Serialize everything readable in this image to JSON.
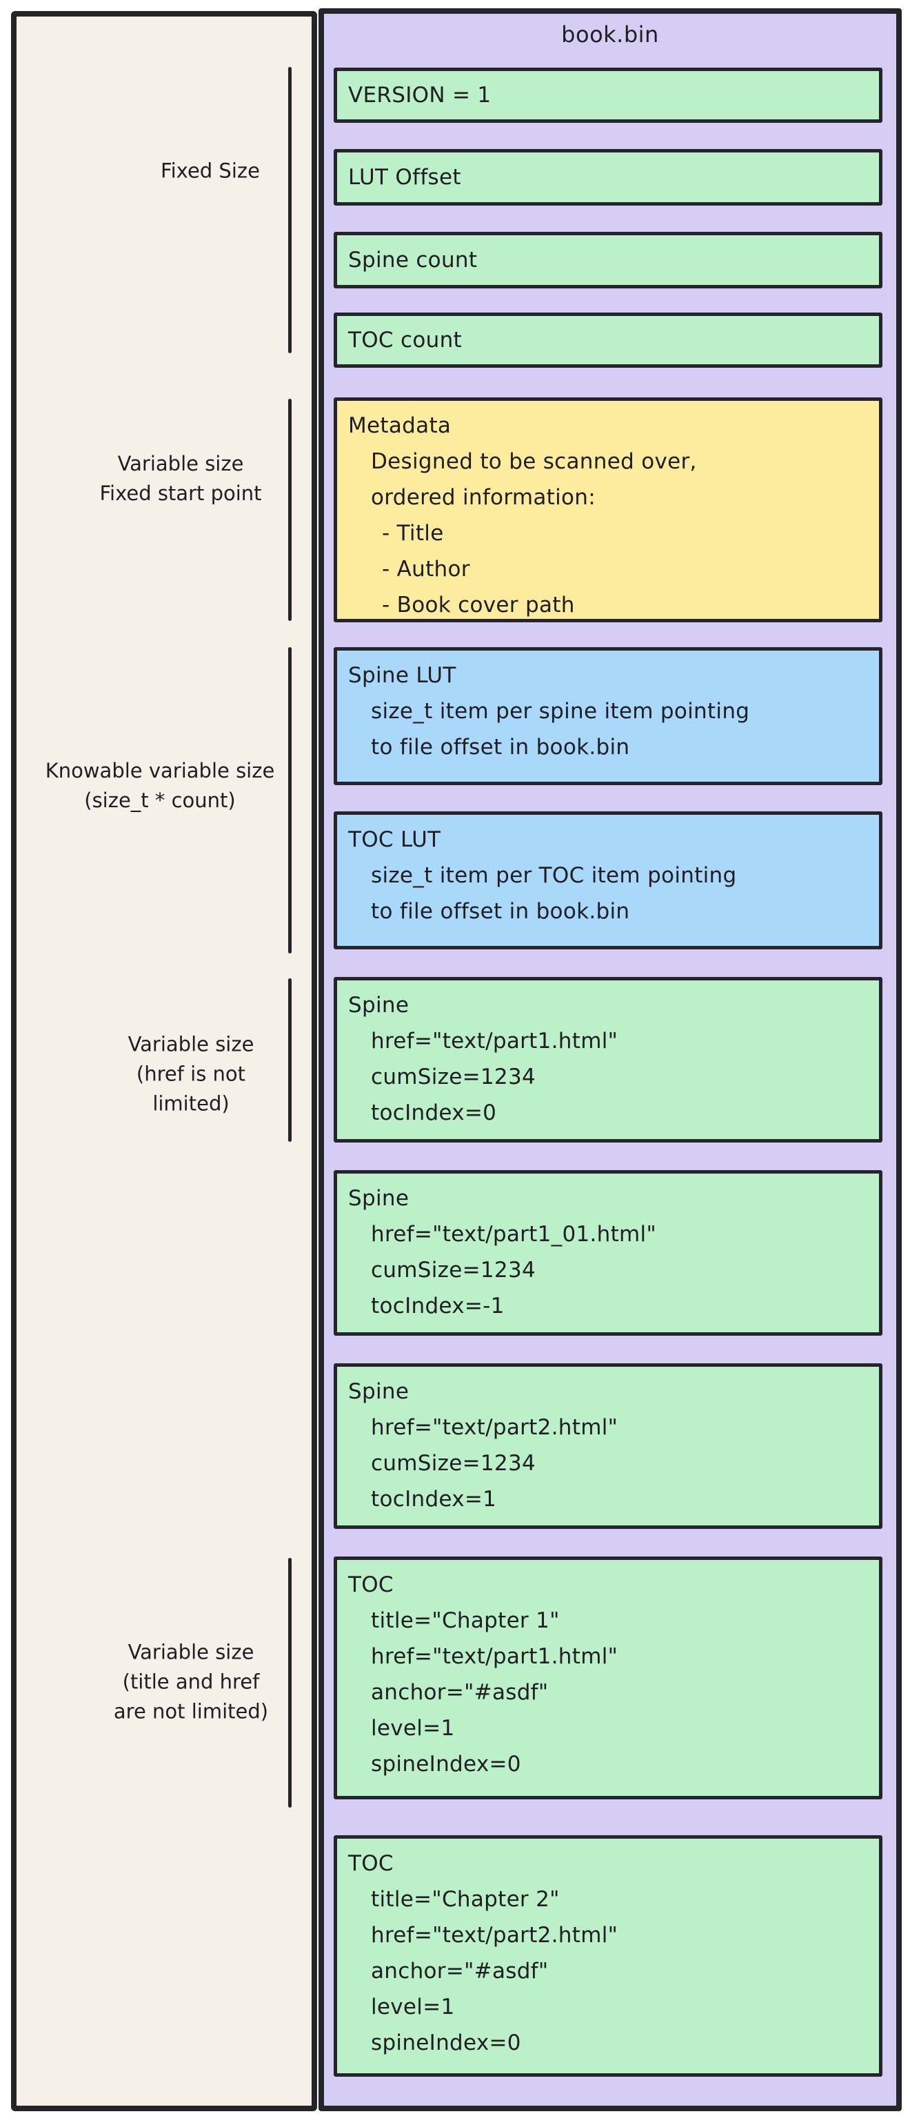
{
  "file": {
    "title": "book.bin"
  },
  "colors": {
    "left_panel_bg": "#f6f0e8",
    "container_bg": "#d6cdf5",
    "field_green": "#bcf0c9",
    "field_yellow": "#fdeb9e",
    "field_blue": "#aad8fa",
    "stroke": "#26242b"
  },
  "sidebar": {
    "labels": [
      {
        "lines": [
          "Fixed Size"
        ]
      },
      {
        "lines": [
          "Variable size",
          "Fixed start point"
        ]
      },
      {
        "lines": [
          "Knowable variable size",
          "(size_t * count)"
        ]
      },
      {
        "lines": [
          "Variable size",
          "(href is not",
          "limited)"
        ]
      },
      {
        "lines": [
          "Variable size",
          "(title and href",
          "are not limited)"
        ]
      }
    ]
  },
  "boxes": [
    {
      "name": "version",
      "color": "green",
      "lines": [
        "VERSION = 1"
      ]
    },
    {
      "name": "lut-offset",
      "color": "green",
      "lines": [
        "LUT Offset"
      ]
    },
    {
      "name": "spine-count",
      "color": "green",
      "lines": [
        "Spine count"
      ]
    },
    {
      "name": "toc-count",
      "color": "green",
      "lines": [
        "TOC count"
      ]
    },
    {
      "name": "metadata",
      "color": "yellow",
      "lines": [
        "Metadata",
        "Designed to be scanned over,",
        "ordered information:",
        "- Title",
        "- Author",
        "- Book cover path"
      ]
    },
    {
      "name": "spine-lut",
      "color": "blue",
      "lines": [
        "Spine LUT",
        "size_t item per spine item pointing",
        "to file offset in book.bin"
      ]
    },
    {
      "name": "toc-lut",
      "color": "blue",
      "lines": [
        "TOC LUT",
        "size_t item per TOC item pointing",
        "to file offset in book.bin"
      ]
    },
    {
      "name": "spine-1",
      "color": "green",
      "lines": [
        "Spine",
        "href=\"text/part1.html\"",
        "cumSize=1234",
        "tocIndex=0"
      ]
    },
    {
      "name": "spine-2",
      "color": "green",
      "lines": [
        "Spine",
        "href=\"text/part1_01.html\"",
        "cumSize=1234",
        "tocIndex=-1"
      ]
    },
    {
      "name": "spine-3",
      "color": "green",
      "lines": [
        "Spine",
        "href=\"text/part2.html\"",
        "cumSize=1234",
        "tocIndex=1"
      ]
    },
    {
      "name": "toc-1",
      "color": "green",
      "lines": [
        "TOC",
        "title=\"Chapter 1\"",
        "href=\"text/part1.html\"",
        "anchor=\"#asdf\"",
        "level=1",
        "spineIndex=0"
      ]
    },
    {
      "name": "toc-2",
      "color": "green",
      "lines": [
        "TOC",
        "title=\"Chapter 2\"",
        "href=\"text/part2.html\"",
        "anchor=\"#asdf\"",
        "level=1",
        "spineIndex=0"
      ]
    }
  ]
}
